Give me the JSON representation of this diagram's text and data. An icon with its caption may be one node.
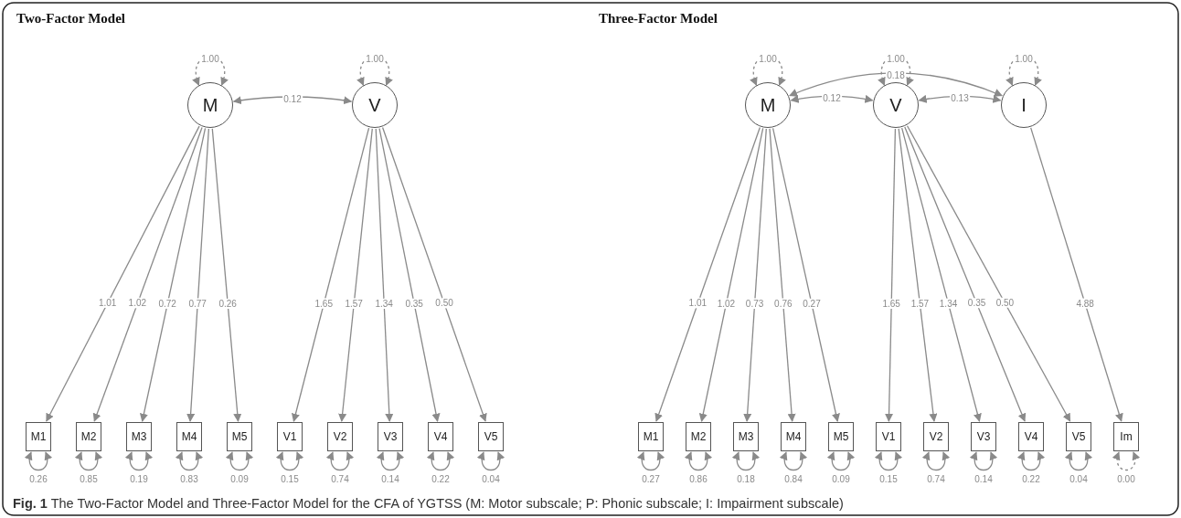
{
  "diagram": {
    "caption": "**Fig. 1** The Two-Factor Model and Three-Factor Model for the CFA of YGTSS (M: Motor subscale; P: Phonic subscale; I: Impairment subscale)",
    "nodes": [
      {
        "text": [
          "M"
        ]
      },
      {
        "text": [
          "V"
        ]
      },
      {
        "text": [
          "M1"
        ]
      },
      {
        "text": [
          "M2"
        ]
      },
      {
        "text": [
          "M3"
        ]
      },
      {
        "text": [
          "M4"
        ]
      },
      {
        "text": [
          "M5"
        ]
      },
      {
        "text": [
          "V1"
        ]
      },
      {
        "text": [
          "V2"
        ]
      },
      {
        "text": [
          "V3"
        ]
      },
      {
        "text": [
          "V4"
        ]
      },
      {
        "text": [
          "V5"
        ]
      },
      {
        "text": [
          "M"
        ]
      },
      {
        "text": [
          "V"
        ]
      },
      {
        "text": [
          "I"
        ]
      },
      {
        "text": [
          "M1"
        ]
      },
      {
        "text": [
          "M2"
        ]
      },
      {
        "text": [
          "M3"
        ]
      },
      {
        "text": [
          "M4"
        ]
      },
      {
        "text": [
          "M5"
        ]
      },
      {
        "text": [
          "V1"
        ]
      },
      {
        "text": [
          "V2"
        ]
      },
      {
        "text": [
          "V3"
        ]
      },
      {
        "text": [
          "V4"
        ]
      },
      {
        "text": [
          "V5"
        ]
      },
      {
        "text": [
          "Im"
        ]
      }
    ],
    "edges": [
      {
        "from": 0,
        "to": 0,
        "arrow": "both",
        "label": "1.00",
        "style": "dashed"
      },
      {
        "from": 1,
        "to": 1,
        "arrow": "both",
        "label": "1.00",
        "style": "dashed"
      },
      {
        "from": 0,
        "to": 1,
        "arrow": "both",
        "label": "0.12"
      },
      {
        "from": 0,
        "to": 2,
        "arrow": "to",
        "label": "1.01"
      },
      {
        "from": 0,
        "to": 3,
        "arrow": "to",
        "label": "1.02"
      },
      {
        "from": 0,
        "to": 4,
        "arrow": "to",
        "label": "0.72"
      },
      {
        "from": 0,
        "to": 5,
        "arrow": "to",
        "label": "0.77"
      },
      {
        "from": 0,
        "to": 6,
        "arrow": "to",
        "label": "0.26"
      },
      {
        "from": 1,
        "to": 7,
        "arrow": "to",
        "label": "1.65"
      },
      {
        "from": 1,
        "to": 8,
        "arrow": "to",
        "label": "1.57"
      },
      {
        "from": 1,
        "to": 9,
        "arrow": "to",
        "label": "1.34"
      },
      {
        "from": 1,
        "to": 10,
        "arrow": "to",
        "label": "0.35"
      },
      {
        "from": 1,
        "to": 11,
        "arrow": "to",
        "label": "0.50"
      },
      {
        "from": 2,
        "to": 2,
        "arrow": "both",
        "label": "0.26"
      },
      {
        "from": 3,
        "to": 3,
        "arrow": "both",
        "label": "0.85"
      },
      {
        "from": 4,
        "to": 4,
        "arrow": "both",
        "label": "0.19"
      },
      {
        "from": 5,
        "to": 5,
        "arrow": "both",
        "label": "0.83"
      },
      {
        "from": 6,
        "to": 6,
        "arrow": "both",
        "label": "0.09"
      },
      {
        "from": 7,
        "to": 7,
        "arrow": "both",
        "label": "0.15"
      },
      {
        "from": 8,
        "to": 8,
        "arrow": "both",
        "label": "0.74"
      },
      {
        "from": 9,
        "to": 9,
        "arrow": "both",
        "label": "0.14"
      },
      {
        "from": 10,
        "to": 10,
        "arrow": "both",
        "label": "0.22"
      },
      {
        "from": 11,
        "to": 11,
        "arrow": "both",
        "label": "0.04"
      },
      {
        "from": 12,
        "to": 12,
        "arrow": "both",
        "label": "1.00",
        "style": "dashed"
      },
      {
        "from": 13,
        "to": 13,
        "arrow": "both",
        "label": "1.00",
        "style": "dashed"
      },
      {
        "from": 14,
        "to": 14,
        "arrow": "both",
        "label": "1.00",
        "style": "dashed"
      },
      {
        "from": 12,
        "to": 14,
        "arrow": "both",
        "label": "0.18"
      },
      {
        "from": 12,
        "to": 13,
        "arrow": "both",
        "label": "0.12"
      },
      {
        "from": 13,
        "to": 14,
        "arrow": "both",
        "label": "0.13"
      },
      {
        "from": 12,
        "to": 15,
        "arrow": "to",
        "label": "1.01"
      },
      {
        "from": 12,
        "to": 16,
        "arrow": "to",
        "label": "1.02"
      },
      {
        "from": 12,
        "to": 17,
        "arrow": "to",
        "label": "0.73"
      },
      {
        "from": 12,
        "to": 18,
        "arrow": "to",
        "label": "0.76"
      },
      {
        "from": 12,
        "to": 19,
        "arrow": "to",
        "label": "0.27"
      },
      {
        "from": 13,
        "to": 20,
        "arrow": "to",
        "label": "1.65"
      },
      {
        "from": 13,
        "to": 21,
        "arrow": "to",
        "label": "1.57"
      },
      {
        "from": 13,
        "to": 22,
        "arrow": "to",
        "label": "1.34"
      },
      {
        "from": 13,
        "to": 23,
        "arrow": "to",
        "label": "0.35"
      },
      {
        "from": 13,
        "to": 24,
        "arrow": "to",
        "label": "0.50"
      },
      {
        "from": 14,
        "to": 25,
        "arrow": "to",
        "label": "4.88"
      },
      {
        "from": 15,
        "to": 15,
        "arrow": "both",
        "label": "0.27"
      },
      {
        "from": 16,
        "to": 16,
        "arrow": "both",
        "label": "0.86"
      },
      {
        "from": 17,
        "to": 17,
        "arrow": "both",
        "label": "0.18"
      },
      {
        "from": 18,
        "to": 18,
        "arrow": "both",
        "label": "0.84"
      },
      {
        "from": 19,
        "to": 19,
        "arrow": "both",
        "label": "0.09"
      },
      {
        "from": 20,
        "to": 20,
        "arrow": "both",
        "label": "0.15"
      },
      {
        "from": 21,
        "to": 21,
        "arrow": "both",
        "label": "0.74"
      },
      {
        "from": 22,
        "to": 22,
        "arrow": "both",
        "label": "0.14"
      },
      {
        "from": 23,
        "to": 23,
        "arrow": "both",
        "label": "0.22"
      },
      {
        "from": 24,
        "to": 24,
        "arrow": "both",
        "label": "0.04"
      },
      {
        "from": 25,
        "to": 25,
        "arrow": "both",
        "label": "0.00",
        "style": "dashed"
      }
    ],
    "labels": [
      "Two-Factor Model",
      "Three-Factor Model"
    ]
  }
}
